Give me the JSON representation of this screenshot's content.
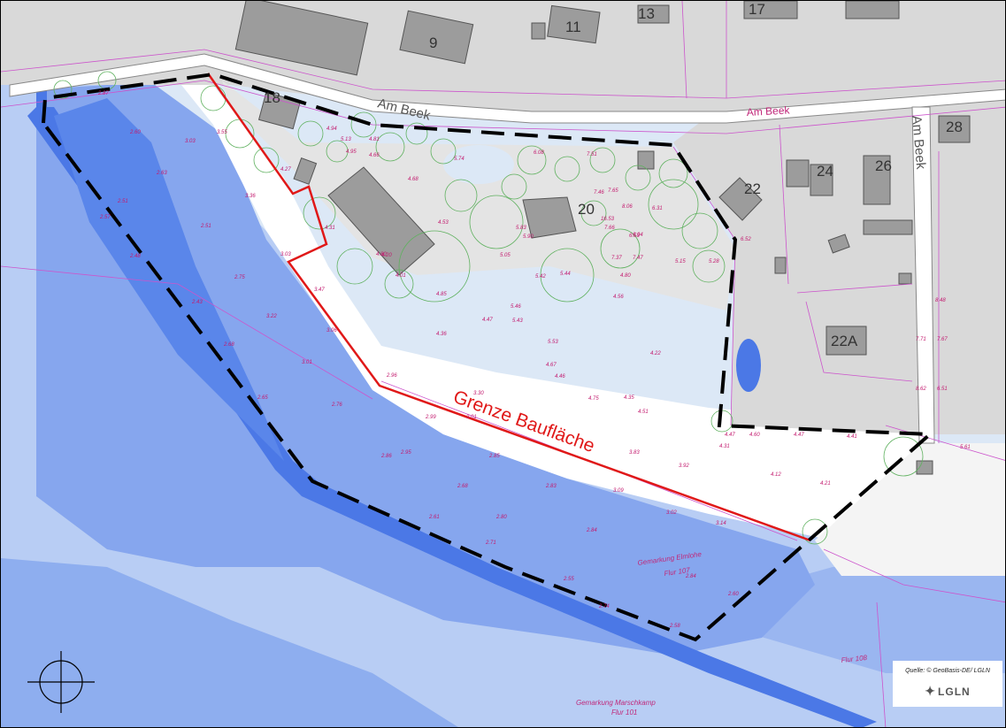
{
  "map": {
    "street_labels": [
      "Am Beek",
      "Am Beek",
      "Am Beek"
    ],
    "house_numbers": [
      "9",
      "11",
      "13",
      "17",
      "18",
      "20",
      "22",
      "24",
      "26",
      "28",
      "22A"
    ],
    "boundary_label": "Grenze Baufläche",
    "gemarkung_labels": [
      "Gemarkung Elmlohe",
      "Flur 107",
      "Gemarkung Marschkamp",
      "Flur 101",
      "Flur 108"
    ],
    "elevations": [
      "2.87",
      "2.60",
      "3.03",
      "3.55",
      "2.63",
      "2.51",
      "2.57",
      "2.48",
      "2.51",
      "3.36",
      "2.75",
      "2.43",
      "3.03",
      "3.47",
      "3.22",
      "2.68",
      "3.06",
      "3.01",
      "2.65",
      "2.76",
      "2.96",
      "3.30",
      "2.99",
      "3.01",
      "2.86",
      "2.95",
      "2.85",
      "2.68",
      "2.83",
      "2.61",
      "2.80",
      "2.71",
      "2.84",
      "2.55",
      "2.74",
      "2.58",
      "2.84",
      "2.60",
      "3.09",
      "3.02",
      "3.14",
      "3.83",
      "3.92",
      "4.12",
      "4.21",
      "4.31",
      "4.47",
      "4.60",
      "4.47",
      "4.41",
      "4.35",
      "4.51",
      "4.75",
      "4.46",
      "4.67",
      "4.22",
      "4.85",
      "4.47",
      "4.36",
      "5.43",
      "5.46",
      "5.53",
      "4.56",
      "5.44",
      "5.42",
      "5.05",
      "4.53",
      "4.20",
      "4.31",
      "4.27",
      "4.94",
      "5.13",
      "4.81",
      "4.95",
      "4.66",
      "4.68",
      "5.74",
      "6.08",
      "7.51",
      "7.46",
      "7.65",
      "6.31",
      "8.06",
      "6.53",
      "5.28",
      "6.52",
      "5.15",
      "4.80",
      "5.83",
      "5.90",
      "16.53",
      "7.66",
      "7.37",
      "7.47",
      "6.04",
      "7.71",
      "7.67",
      "8.62",
      "6.51",
      "8.48",
      "5.61",
      "4.80",
      "4.01"
    ],
    "source": {
      "text": "Quelle: © GeoBasis-DE/ LGLN",
      "logo": "LGLN",
      "logo_icon": "lgln-emblem-icon"
    },
    "north_arrow_icon": "crosshair-compass-icon",
    "colors": {
      "water_deep": "#4b78e6",
      "water_mid": "#86a6ee",
      "water_light": "#b8cdf4",
      "water_pale": "#dce8f6",
      "building": "#9c9c9c",
      "parcel": "#d9d9d9",
      "boundary_red": "#e01818",
      "dashed_black": "#000000",
      "parcel_line": "#cc55cc",
      "tree": "#5fb15f"
    }
  }
}
